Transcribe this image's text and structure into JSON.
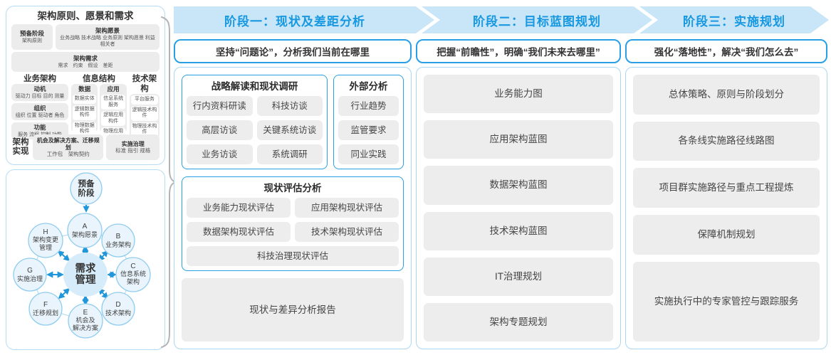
{
  "colors": {
    "accent_blue": "#1798e1",
    "banner_bg": "#c8e6f8",
    "border_blue": "#2aa0e4",
    "panel_border": "#aad7f2",
    "box_gray": "#ededee",
    "arrow_blue": "#2196d9"
  },
  "left_panel": {
    "title": "架构原则、愿景和需求",
    "prep": {
      "title": "预备阶段",
      "sub": "架构原则"
    },
    "vision": {
      "title": "架构愿景",
      "sub": "业务战略 技术战略 业务原则 架构愿景 利益相关者"
    },
    "requirements": {
      "title": "架构需求",
      "sub": "需求　约束　假设　差距"
    },
    "business": {
      "title": "业务架构",
      "groups": [
        {
          "title": "动机",
          "sub": "驱动力 目标 目的 测量"
        },
        {
          "title": "组织",
          "sub": "组织 位置 驱动者 角色"
        },
        {
          "title": "功能",
          "sub": "服务 流程 控制 功能"
        }
      ]
    },
    "info": {
      "title": "信息结构",
      "columns": [
        {
          "title": "数据",
          "items": [
            "数据实体",
            "逻辑数据构件",
            "物理数据构件"
          ]
        },
        {
          "title": "应用",
          "items": [
            "信息系统服务",
            "逻辑应用构件",
            "物理应用构件"
          ]
        }
      ]
    },
    "tech": {
      "title": "技术架构",
      "items": [
        "平台服务",
        "逻辑技术构件",
        "物理技术构件"
      ]
    },
    "realization": {
      "label": "架构实现",
      "boxes": [
        {
          "title": "机会及解决方案、迁移规划",
          "sub": "工作包　架构契约"
        },
        {
          "title": "实施治理",
          "sub": "标准 指引 规格"
        }
      ]
    }
  },
  "adm": {
    "prep_l1": "预备",
    "prep_l2": "阶段",
    "center_l1": "需求",
    "center_l2": "管理",
    "nodes": [
      {
        "letter": "A",
        "l1": "架构愿景",
        "l2": ""
      },
      {
        "letter": "B",
        "l1": "业务架构",
        "l2": ""
      },
      {
        "letter": "C",
        "l1": "信息系统",
        "l2": "架构"
      },
      {
        "letter": "D",
        "l1": "技术架构",
        "l2": ""
      },
      {
        "letter": "E",
        "l1": "机会及",
        "l2": "解决方案"
      },
      {
        "letter": "F",
        "l1": "迁移规划",
        "l2": ""
      },
      {
        "letter": "G",
        "l1": "实施治理",
        "l2": ""
      },
      {
        "letter": "H",
        "l1": "架构变更",
        "l2": "管理"
      }
    ]
  },
  "phases": [
    {
      "banner": "阶段一：现状及差距分析",
      "subtitle": "坚持“问题论”，分析我们当前在哪里",
      "strategy_group": {
        "title": "战略解读和现状调研",
        "items": [
          "行内资料研读",
          "科技访谈",
          "高层访谈",
          "关键系统访谈",
          "业务访谈",
          "系统调研"
        ]
      },
      "external_group": {
        "title": "外部分析",
        "items": [
          "行业趋势",
          "监管要求",
          "同业实践"
        ]
      },
      "assessment_group": {
        "title": "现状评估分析",
        "items": [
          "业务能力现状评估",
          "应用架构现状评估",
          "数据架构现状评估",
          "技术架构现状评估"
        ],
        "full_item": "科技治理现状评估"
      },
      "report": "现状与差异分析报告"
    },
    {
      "banner": "阶段二：目标蓝图规划",
      "subtitle": "把握“前瞻性”，明确“我们未来去哪里”",
      "items": [
        "业务能力图",
        "应用架构蓝图",
        "数据架构蓝图",
        "技术架构蓝图",
        "IT治理规划",
        "架构专题规划"
      ]
    },
    {
      "banner": "阶段三：实施规划",
      "subtitle": "强化“落地性”，解决“我们怎么去”",
      "items": [
        "总体策略、原则与阶段划分",
        "各条线实施路径线路图",
        "项目群实施路径与重点工程提炼",
        "保障机制规划",
        "实施执行中的专家管控与跟踪服务"
      ]
    }
  ]
}
